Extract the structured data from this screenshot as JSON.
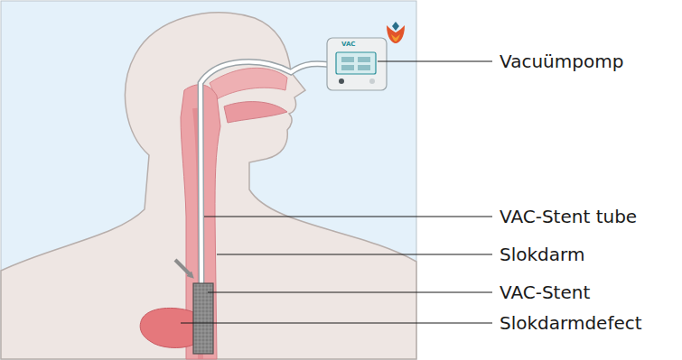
{
  "diagram": {
    "labels": [
      "VAC",
      "Vacuümpomp",
      "VAC-Stent tube",
      "Slokdarm",
      "VAC-Stent",
      "Slokdarmdefect"
    ]
  }
}
